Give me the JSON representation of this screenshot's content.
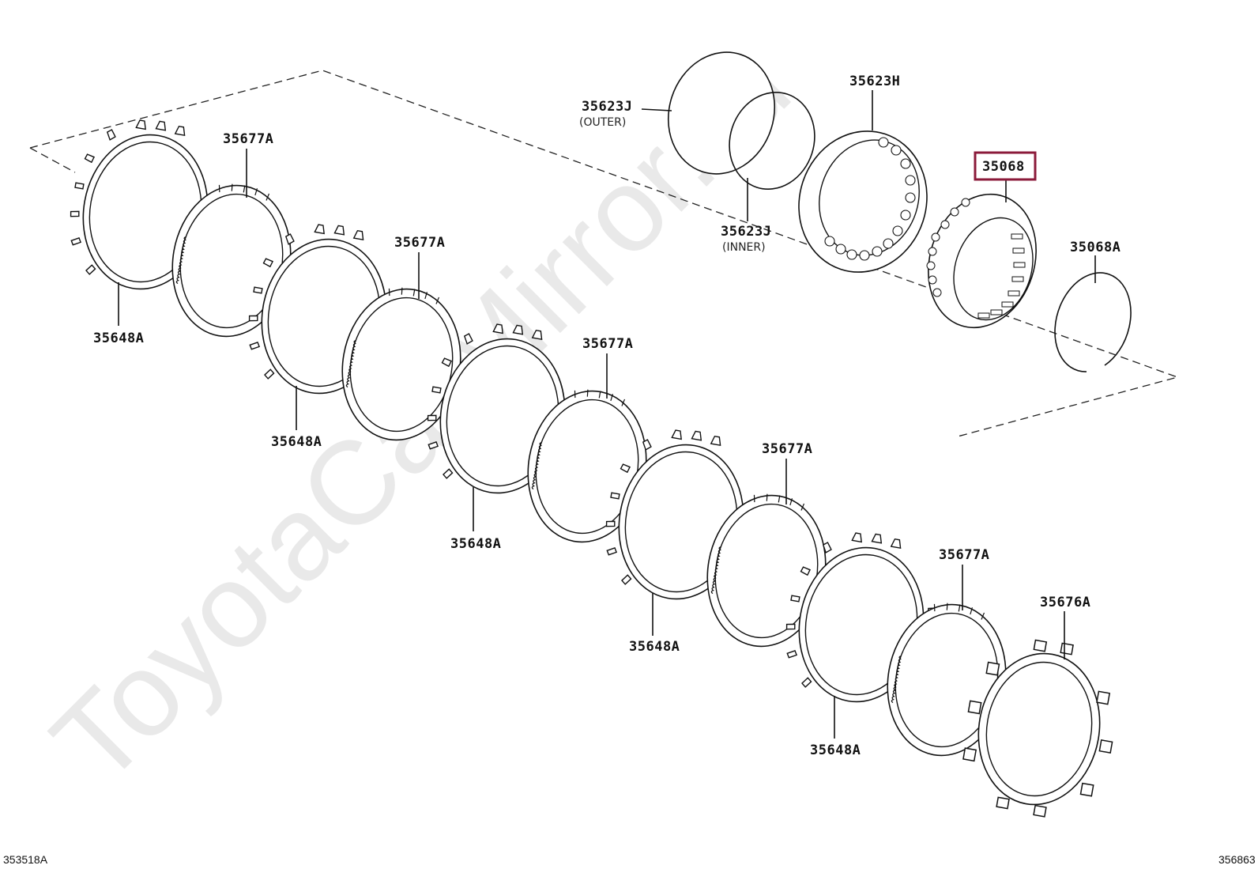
{
  "watermark": "ToyotaCarMirror.ru",
  "highlight_color": "#8b1a3a",
  "parts": {
    "p35623J_outer": {
      "code": "35623J",
      "note": "(OUTER)"
    },
    "p35623J_inner": {
      "code": "35623J",
      "note": "(INNER)"
    },
    "p35623H": {
      "code": "35623H"
    },
    "p35068": {
      "code": "35068"
    },
    "p35068A": {
      "code": "35068A"
    },
    "p35677A_1": {
      "code": "35677A"
    },
    "p35677A_2": {
      "code": "35677A"
    },
    "p35677A_3": {
      "code": "35677A"
    },
    "p35677A_4": {
      "code": "35677A"
    },
    "p35677A_5": {
      "code": "35677A"
    },
    "p35648A_1": {
      "code": "35648A"
    },
    "p35648A_2": {
      "code": "35648A"
    },
    "p35648A_3": {
      "code": "35648A"
    },
    "p35648A_4": {
      "code": "35648A"
    },
    "p35648A_5": {
      "code": "35648A"
    },
    "p35676A": {
      "code": "35676A"
    }
  },
  "footer": {
    "left_code": "353518A",
    "right_code": "356863"
  }
}
